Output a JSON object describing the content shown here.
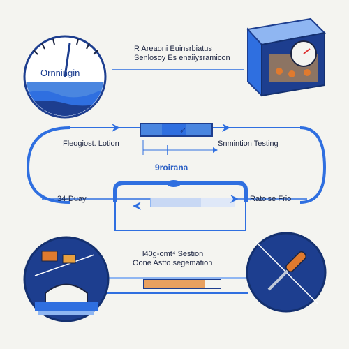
{
  "top_left_badge": {
    "label": "Ornningin"
  },
  "top_caption": {
    "line1": "R Areaoni Euinsrbiatus",
    "line2": "Senlosoy Es enaiiysramicon"
  },
  "row1": {
    "left_label": "Fleogiost. Lotion",
    "right_label": "Snmintion Testing"
  },
  "center_title": "9roirana",
  "row2": {
    "left_label": "34-Duay",
    "right_label": "Ratoise Frio"
  },
  "bottom_caption": {
    "line1": "l40g-omt⁴ Sestion",
    "line2": "Oone Astto segemation"
  },
  "colors": {
    "primary_blue": "#2f6fe0",
    "dark_blue": "#1d3e8f",
    "light_blue": "#8fb6f2",
    "accent_orange": "#e07a2e"
  },
  "icons": [
    "gauge-icon",
    "server-box-icon",
    "play-arrow-icon",
    "eye-dot-icon",
    "tools-illustration",
    "screwdriver-icon"
  ]
}
